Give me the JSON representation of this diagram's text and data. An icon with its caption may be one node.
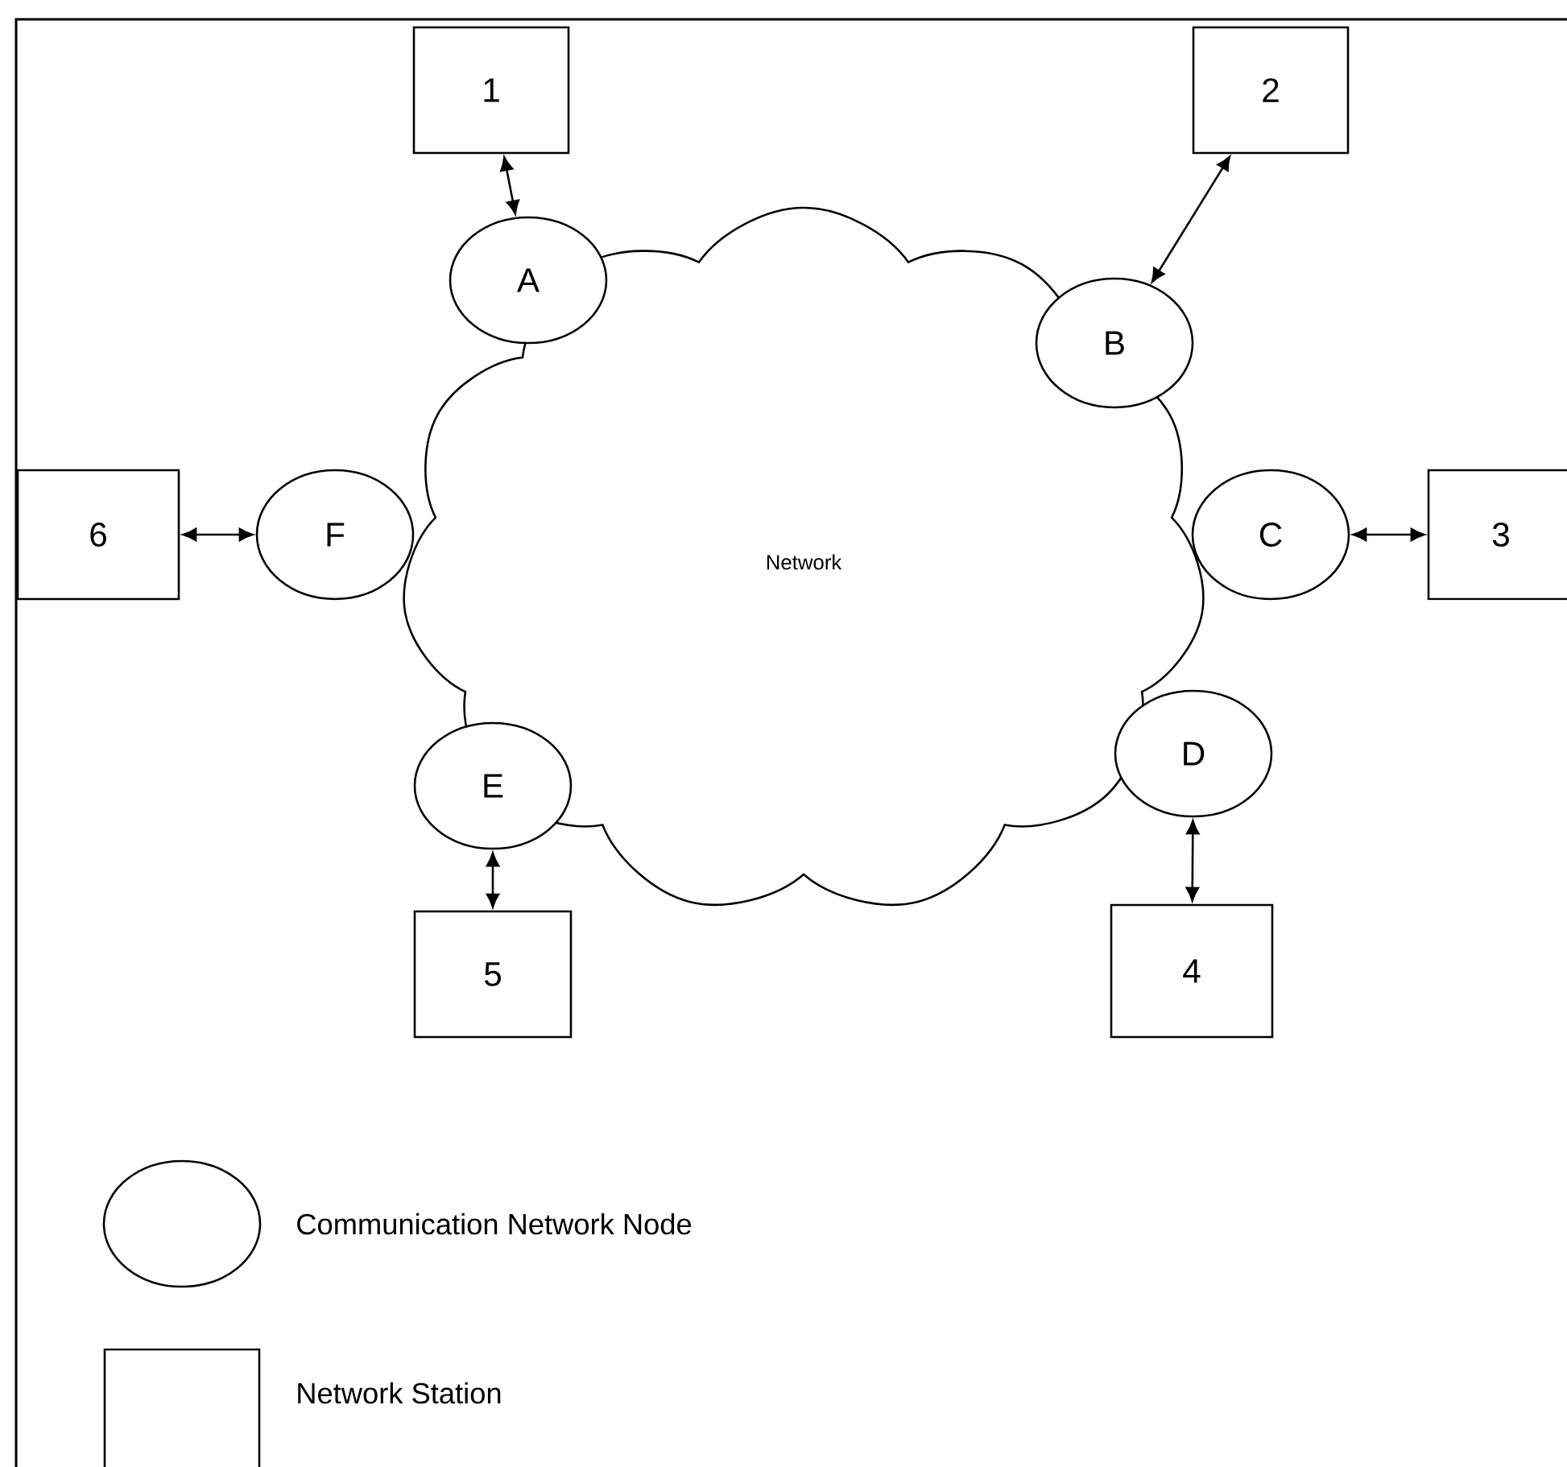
{
  "diagram": {
    "nodes": [
      {
        "text": [
          "1"
        ]
      },
      {
        "text": [
          "2"
        ]
      },
      {
        "text": [
          "A"
        ]
      },
      {
        "text": [
          "B"
        ]
      },
      {
        "text": [
          "6"
        ]
      },
      {
        "text": [
          "F"
        ]
      },
      {
        "text": [
          "Network"
        ]
      },
      {
        "text": [
          "C"
        ]
      },
      {
        "text": [
          "3"
        ]
      },
      {
        "text": [
          "D"
        ]
      },
      {
        "text": [
          "E"
        ]
      },
      {
        "text": [
          "5"
        ]
      },
      {
        "text": [
          "4"
        ]
      }
    ],
    "edges": [
      {
        "from": 0,
        "to": 2,
        "arrow": "both"
      },
      {
        "from": 1,
        "to": 3,
        "arrow": "both"
      },
      {
        "from": 4,
        "to": 5,
        "arrow": "both"
      },
      {
        "from": 7,
        "to": 8,
        "arrow": "both"
      },
      {
        "from": 9,
        "to": 12,
        "arrow": "both"
      },
      {
        "from": 10,
        "to": 11,
        "arrow": "both"
      }
    ],
    "legend": [
      {
        "text": "Communication Network Node"
      },
      {
        "text": "Network Station"
      }
    ]
  }
}
